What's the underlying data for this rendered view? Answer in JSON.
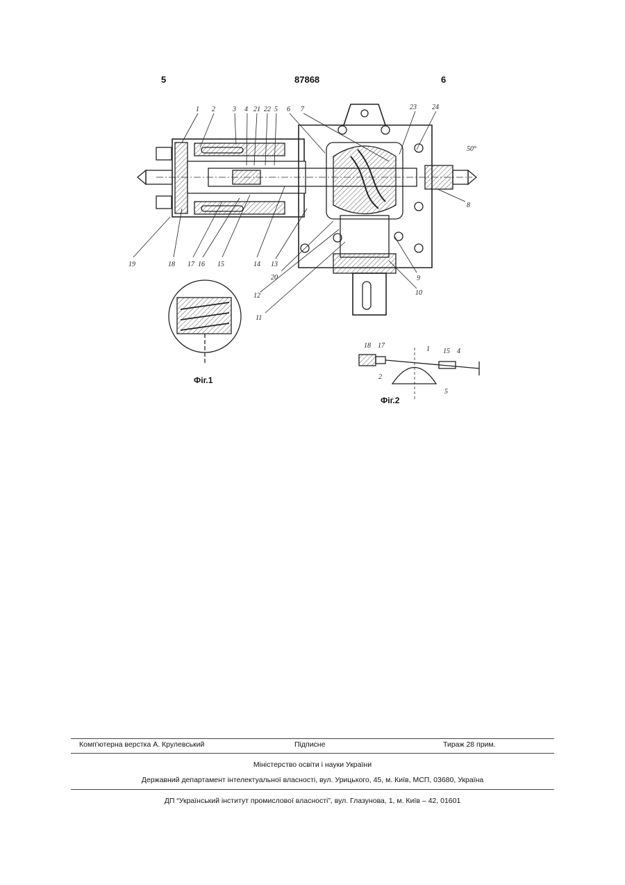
{
  "header": {
    "page_left": "5",
    "patent_number": "87868",
    "page_right": "6"
  },
  "figure1": {
    "caption": "Фіг.1",
    "part_labels": [
      "1",
      "2",
      "3",
      "4",
      "21",
      "22",
      "5",
      "6",
      "7",
      "23",
      "24",
      "8",
      "9",
      "10",
      "11",
      "12",
      "20",
      "13",
      "14",
      "15",
      "16",
      "17",
      "18",
      "19"
    ],
    "angle_label": "50°"
  },
  "figure2": {
    "caption": "Фіг.2",
    "part_labels": [
      "18",
      "17",
      "1",
      "15",
      "4",
      "2",
      "5"
    ]
  },
  "footer": {
    "typesetting": "Комп'ютерна верстка А. Крулевський",
    "signed": "Підписне",
    "circulation": "Тираж 28 прим.",
    "ministry": "Міністерство освіти і науки України",
    "department": "Державний департамент інтелектуальної власності, вул. Урицького, 45, м. Київ, МСП, 03680, Україна",
    "institute": "ДП “Український інститут промислової власності”, вул. Глазунова, 1, м. Київ – 42, 01601"
  }
}
